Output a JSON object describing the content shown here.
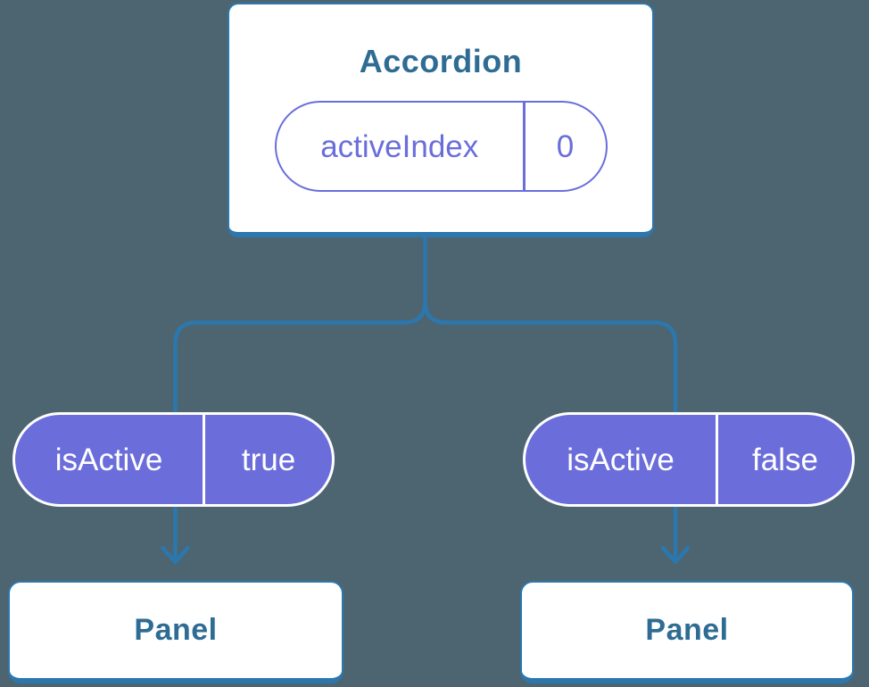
{
  "diagram": {
    "type": "component-tree",
    "root": {
      "title": "Accordion",
      "state": {
        "name": "activeIndex",
        "value": "0"
      }
    },
    "children": [
      {
        "prop": {
          "name": "isActive",
          "value": "true"
        },
        "label": "Panel"
      },
      {
        "prop": {
          "name": "isActive",
          "value": "false"
        },
        "label": "Panel"
      }
    ],
    "colors": {
      "background": "#4d6571",
      "connector_blue": "#2b77ae",
      "pill_purple": "#6b6eda",
      "heading_teal": "#2e6c94",
      "card_white": "#ffffff"
    }
  }
}
